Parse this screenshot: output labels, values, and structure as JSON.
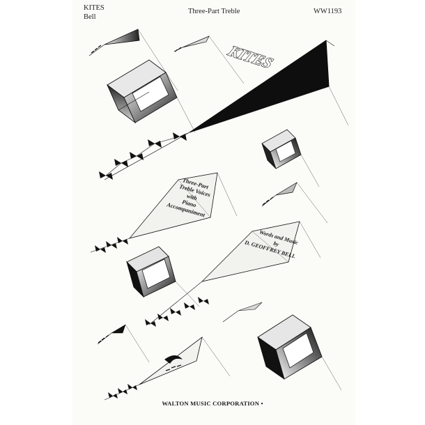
{
  "header": {
    "title": "KITES",
    "composer": "Bell",
    "voicing": "Three-Part Treble",
    "catalog": "WW1193"
  },
  "main_kite": {
    "title": "KITES"
  },
  "kite_voices": {
    "lines": [
      "Three-Part",
      "Treble Voices",
      "with",
      "Piano",
      "Accompaniment"
    ]
  },
  "kite_credits": {
    "lines": [
      "Words and Music",
      "by",
      "D. GEOFFREY BELL"
    ]
  },
  "footer": {
    "publisher": "WALTON MUSIC CORPORATION •"
  },
  "colors": {
    "paper": "#fbfbf8",
    "ink": "#111111",
    "kite_fill": "#f2f2ee"
  }
}
